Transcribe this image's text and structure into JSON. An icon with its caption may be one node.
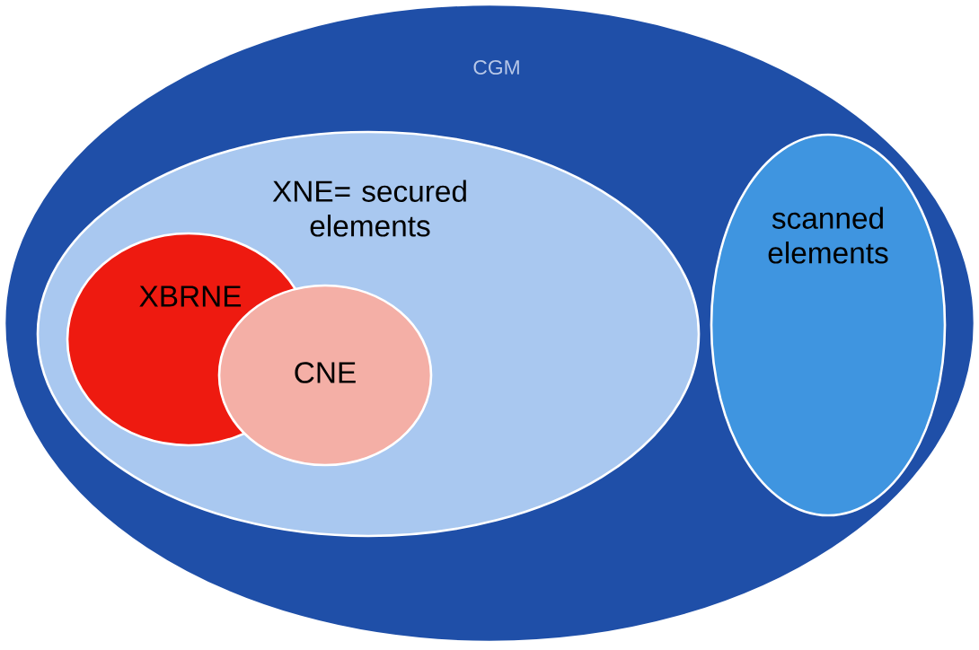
{
  "diagram": {
    "nodes": [
      {
        "text": [
          "CGM"
        ]
      },
      {
        "text": [
          "XNE= secured elements"
        ],
        "in": 0
      },
      {
        "text": [
          "XBRNE"
        ],
        "in": 1
      },
      {
        "text": [
          "CNE"
        ],
        "in": 1
      },
      {
        "text": [
          "scanned elements"
        ],
        "in": 0
      }
    ]
  }
}
